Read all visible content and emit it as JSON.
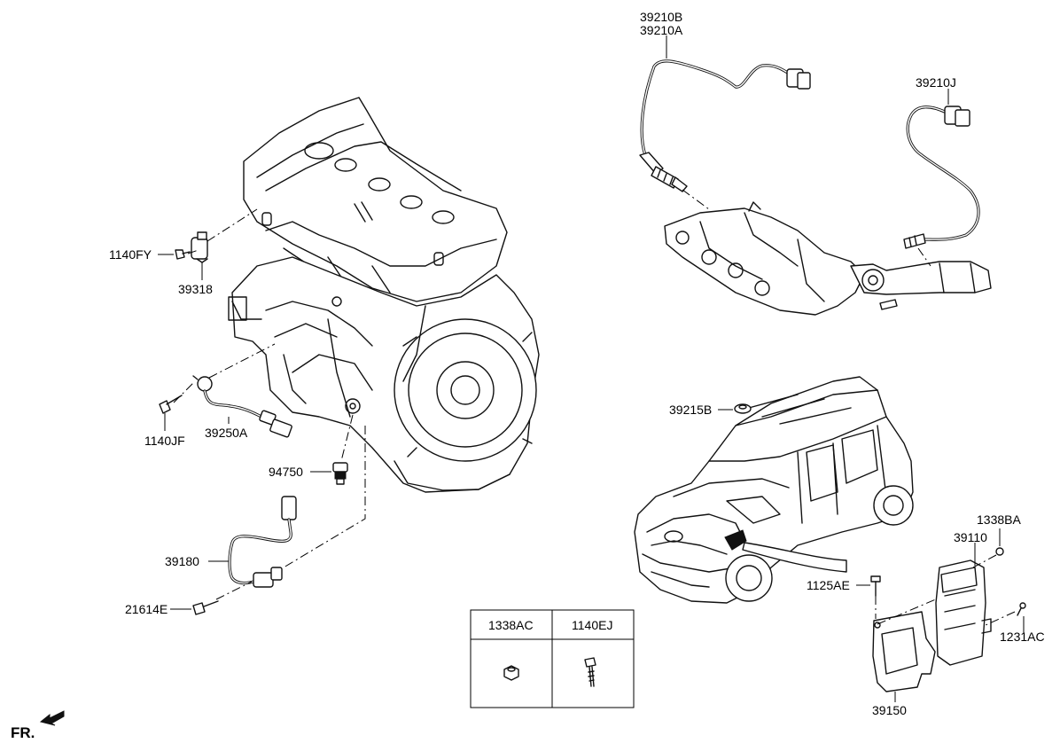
{
  "labels": {
    "p39210B": "39210B",
    "p39210A": "39210A",
    "p39210J": "39210J",
    "p1140FY": "1140FY",
    "p39318": "39318",
    "p1140JF": "1140JF",
    "p39250A": "39250A",
    "p94750": "94750",
    "p39180": "39180",
    "p21614E": "21614E",
    "p39215B": "39215B",
    "p1338BA": "1338BA",
    "p39110": "39110",
    "p1125AE": "1125AE",
    "p1231AC": "1231AC",
    "p39150": "39150"
  },
  "table": {
    "col1_header": "1338AC",
    "col2_header": "1140EJ",
    "col1_icon": "flange-nut-icon",
    "col2_icon": "bolt-icon"
  },
  "front_indicator": "FR.",
  "colors": {
    "line": "#111111",
    "background": "#ffffff"
  }
}
